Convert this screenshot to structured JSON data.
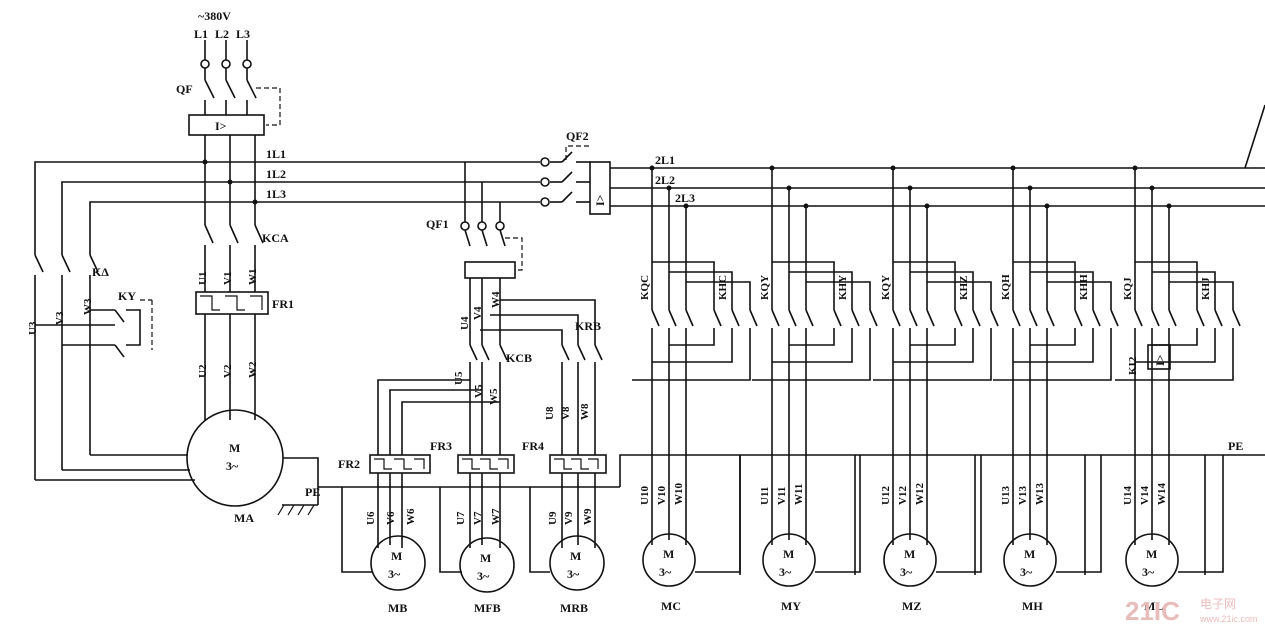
{
  "supply": {
    "voltage": "~380V",
    "phases": [
      "L1",
      "L2",
      "L3"
    ]
  },
  "main_bus": [
    "1L1",
    "1L2",
    "1L3"
  ],
  "aux_bus": [
    "2L1",
    "2L2",
    "2L3"
  ],
  "pe": "PE",
  "devices": {
    "qf": "QF",
    "qf1": "QF1",
    "qf2": "QF2",
    "trip": "I>",
    "kca": "KCA",
    "kdelta": "KΔ",
    "ky": "KY",
    "fr1": "FR1",
    "fr2": "FR2",
    "fr3": "FR3",
    "fr4": "FR4",
    "kcb": "KCB",
    "krb": "KRB",
    "ki2": "KI2"
  },
  "wires": {
    "ma_star": [
      "U3",
      "V3",
      "W3"
    ],
    "ma_in": [
      "U1",
      "V1",
      "W1"
    ],
    "ma_out": [
      "U2",
      "V2",
      "W2"
    ],
    "qf1_out": [
      "U4",
      "V4",
      "W4"
    ],
    "kcb_out": [
      "U5",
      "V5",
      "W5"
    ],
    "krb_out": [
      "U8",
      "V8",
      "W8"
    ],
    "mb": [
      "U6",
      "V6",
      "W6"
    ],
    "mfb": [
      "U7",
      "V7",
      "W7"
    ],
    "mrb": [
      "U9",
      "V9",
      "W9"
    ]
  },
  "groups": [
    {
      "fwd": "KQC",
      "rev": "KHC",
      "wires": [
        "U10",
        "V10",
        "W10"
      ],
      "motor": "MC"
    },
    {
      "fwd": "KQY",
      "rev": "KHY",
      "wires": [
        "U11",
        "V11",
        "W11"
      ],
      "motor": "MY"
    },
    {
      "fwd": "KQY",
      "rev": "KHZ",
      "wires": [
        "U12",
        "V12",
        "W12"
      ],
      "motor": "MZ"
    },
    {
      "fwd": "KQH",
      "rev": "KHH",
      "wires": [
        "U13",
        "V13",
        "W13"
      ],
      "motor": "MH"
    },
    {
      "fwd": "KQJ",
      "rev": "KHJ",
      "wires": [
        "U14",
        "V14",
        "W14"
      ],
      "motor": "ML"
    }
  ],
  "motors": {
    "ma": "MA",
    "mb": "MB",
    "mfb": "MFB",
    "mrb": "MRB",
    "symbol": "M",
    "phase": "3~"
  },
  "watermark": {
    "brand": "21IC",
    "cn": "电子网",
    "url": "www.21ic.com"
  }
}
